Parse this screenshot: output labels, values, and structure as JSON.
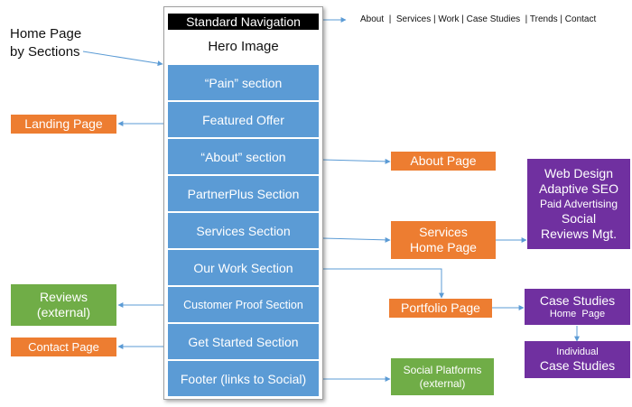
{
  "title_label": [
    "Home Page",
    "by Sections"
  ],
  "nav_links": "About  |  Services | Work | Case Studies  | Trends | Contact",
  "wireframe": {
    "nav": "Standard Navigation",
    "hero": "Hero Image",
    "sections": [
      "“Pain” section",
      "Featured Offer",
      "“About” section",
      "PartnerPlus Section",
      "Services Section",
      "Our Work Section",
      "Customer Proof Section",
      "Get Started Section",
      "Footer (links to Social)"
    ]
  },
  "pages": {
    "landing": "Landing Page",
    "about": "About Page",
    "services": [
      "Services",
      "Home Page"
    ],
    "portfolio": "Portfolio Page",
    "reviews": [
      "Reviews",
      "(external)"
    ],
    "contact": "Contact Page",
    "social": [
      "Social Platforms",
      "(external)"
    ],
    "services_list": [
      "Web Design",
      "Adaptive SEO",
      "Paid Advertising",
      "Social",
      "Reviews Mgt."
    ],
    "case_studies": [
      "Case Studies",
      "Home  Page"
    ],
    "individual": [
      "Individual",
      "Case Studies"
    ]
  },
  "colors": {
    "section_blue": "#5b9bd5",
    "page_orange": "#ed7d31",
    "external_green": "#70ad47",
    "sub_purple": "#7030a0",
    "arrow": "#5b9bd5"
  }
}
